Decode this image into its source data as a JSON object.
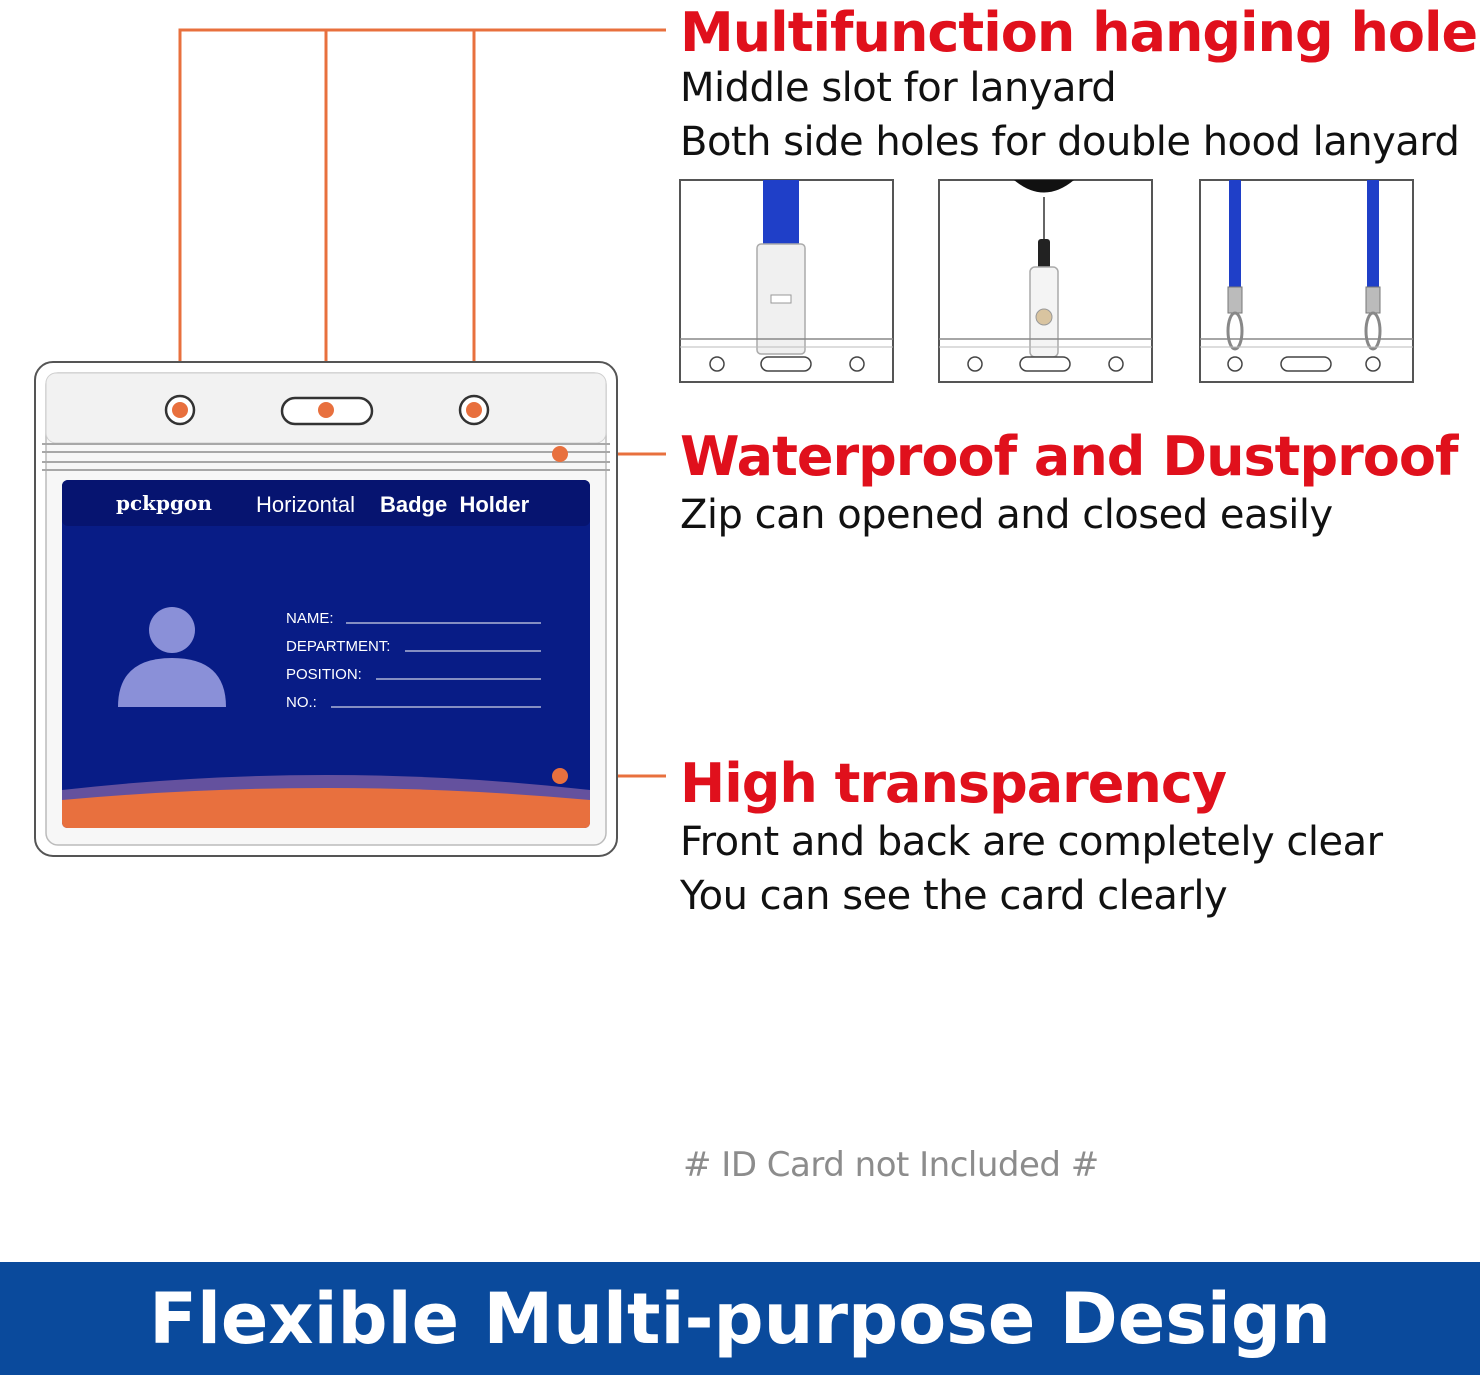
{
  "features": [
    {
      "title": "Multifunction hanging hole",
      "lines": [
        "Middle slot for lanyard",
        "Both side holes for double hood lanyard"
      ]
    },
    {
      "title": "Waterproof and Dustproof",
      "lines": [
        "Zip can opened and closed easily"
      ]
    },
    {
      "title": "High transparency",
      "lines": [
        "Front and back are completely clear",
        "You can see the card clearly"
      ]
    }
  ],
  "card": {
    "brand": "pckpgon",
    "title_regular": "Horizontal",
    "title_bold": "Badge  Holder",
    "fields": [
      "NAME:",
      "DEPARTMENT:",
      "POSITION:",
      "NO.:"
    ]
  },
  "note": "# ID Card not Included #",
  "banner": "Flexible Multi-purpose Design",
  "colors": {
    "accent_red": "#e0101c",
    "callout_orange": "#e8703e",
    "card_blue": "#081c86",
    "banner_blue": "#0a4a9c",
    "lanyard_blue": "#1f3fc8"
  },
  "icons": [
    "person-avatar-icon",
    "lanyard-clip-icon",
    "badge-reel-icon",
    "double-hook-lanyard-icon"
  ]
}
